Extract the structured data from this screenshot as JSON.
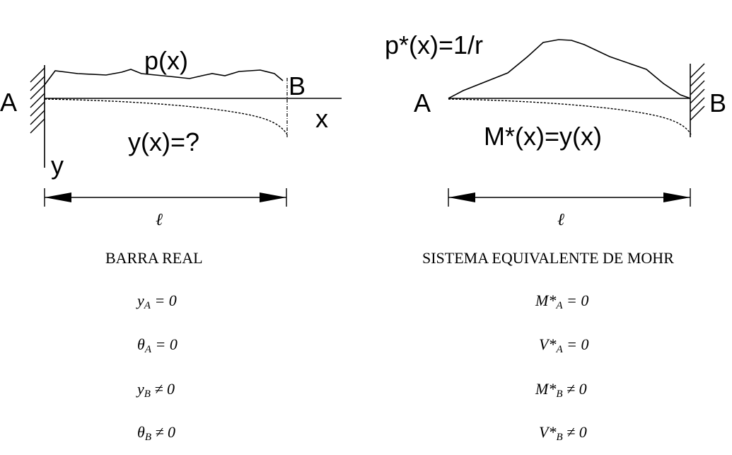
{
  "left": {
    "label_A": "A",
    "label_B": "B",
    "label_load": "p(x)",
    "label_x": "x",
    "label_y": "y",
    "label_deflection": "y(x)=?",
    "label_span": "ℓ",
    "title": "BARRA REAL",
    "conditions": [
      {
        "sym": "y",
        "sub": "A",
        "rel": " = 0"
      },
      {
        "sym": "θ",
        "sub": "A",
        "rel": " = 0"
      },
      {
        "sym": "y",
        "sub": "B",
        "rel": " ≠ 0"
      },
      {
        "sym": "θ",
        "sub": "B",
        "rel": " ≠ 0"
      }
    ]
  },
  "right": {
    "label_A": "A",
    "label_B": "B",
    "label_load": "p*(x)=1/r",
    "label_moment": "M*(x)=y(x)",
    "label_span": "ℓ",
    "title": "SISTEMA EQUIVALENTE DE MOHR",
    "conditions": [
      {
        "sym": "M*",
        "sub": "A",
        "rel": " = 0"
      },
      {
        "sym": "V*",
        "sub": "A",
        "rel": " = 0"
      },
      {
        "sym": "M*",
        "sub": "B",
        "rel": " ≠ 0"
      },
      {
        "sym": "V*",
        "sub": "B",
        "rel": " ≠ 0"
      }
    ]
  }
}
